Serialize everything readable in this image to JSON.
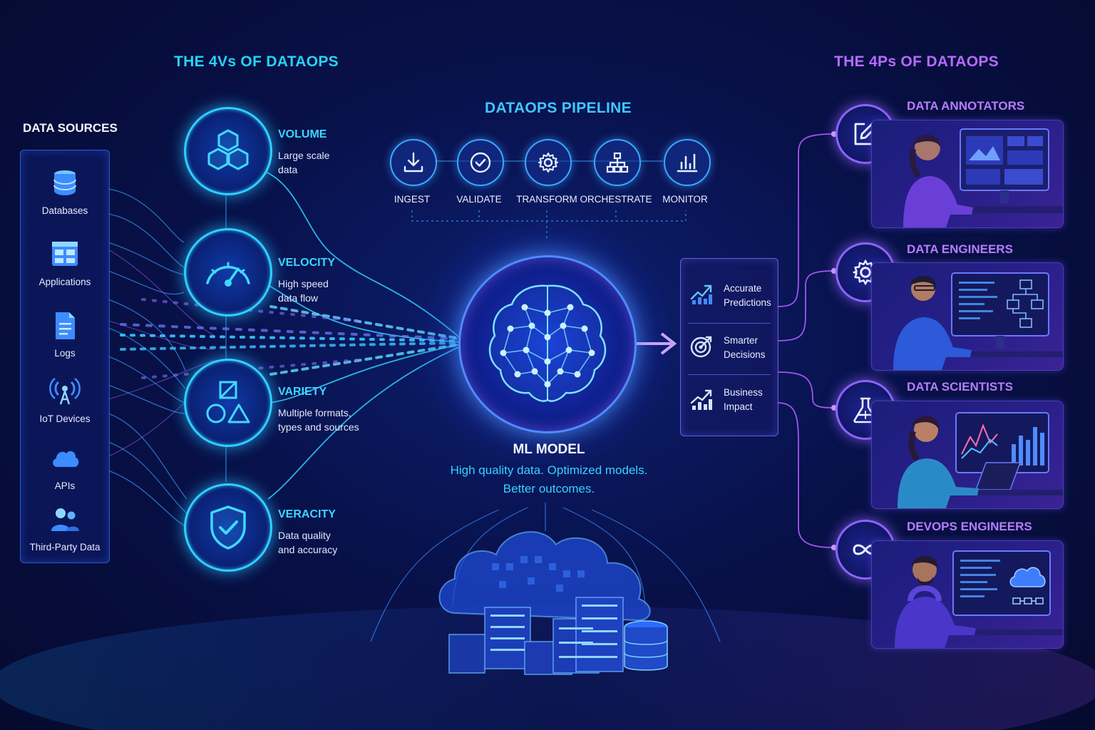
{
  "headers": {
    "four_vs": "THE 4Vs OF DATAOPS",
    "four_ps": "THE 4Ps OF DATAOPS",
    "pipeline": "DATAOPS PIPELINE",
    "data_sources": "DATA SOURCES"
  },
  "data_sources": [
    {
      "label": "Databases",
      "icon": "database-icon"
    },
    {
      "label": "Applications",
      "icon": "applications-icon"
    },
    {
      "label": "Logs",
      "icon": "document-icon"
    },
    {
      "label": "IoT Devices",
      "icon": "antenna-icon"
    },
    {
      "label": "APIs",
      "icon": "cloud-icon"
    },
    {
      "label": "Third-Party Data",
      "icon": "users-icon"
    }
  ],
  "four_vs": [
    {
      "title": "VOLUME",
      "desc": "Large scale\ndata",
      "icon": "cubes-icon"
    },
    {
      "title": "VELOCITY",
      "desc": "High speed\ndata flow",
      "icon": "speedometer-icon"
    },
    {
      "title": "VARIETY",
      "desc": "Multiple formats,\ntypes and sources",
      "icon": "shapes-icon"
    },
    {
      "title": "VERACITY",
      "desc": "Data quality\nand accuracy",
      "icon": "shield-check-icon"
    }
  ],
  "pipeline": [
    {
      "label": "INGEST",
      "icon": "download-icon"
    },
    {
      "label": "VALIDATE",
      "icon": "check-circle-icon"
    },
    {
      "label": "TRANSFORM",
      "icon": "gear-icon"
    },
    {
      "label": "ORCHESTRATE",
      "icon": "hierarchy-icon"
    },
    {
      "label": "MONITOR",
      "icon": "bar-chart-icon"
    }
  ],
  "model": {
    "title": "ML MODEL",
    "tagline_1": "High quality data. Optimized models.",
    "tagline_2": "Better outcomes.",
    "icon": "brain-network-icon"
  },
  "outcomes": [
    {
      "label": "Accurate\nPredictions",
      "icon": "trend-chart-icon"
    },
    {
      "label": "Smarter\nDecisions",
      "icon": "target-icon"
    },
    {
      "label": "Business\nImpact",
      "icon": "growth-chart-icon"
    }
  ],
  "roles": [
    {
      "title": "DATA ANNOTATORS",
      "icon": "edit-icon"
    },
    {
      "title": "DATA ENGINEERS",
      "icon": "gear-icon"
    },
    {
      "title": "DATA SCIENTISTS",
      "icon": "flask-icon"
    },
    {
      "title": "DEVOPS ENGINEERS",
      "icon": "infinity-icon"
    }
  ],
  "colors": {
    "cyan": "#27d3f5",
    "purple": "#b56bff",
    "background": "#08114a"
  }
}
